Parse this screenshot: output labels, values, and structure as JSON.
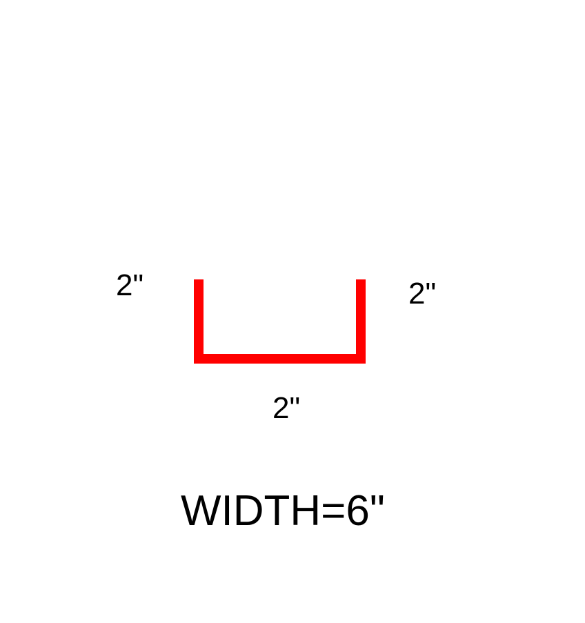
{
  "diagram": {
    "shape_color": "#ff0000",
    "text_color": "#000000",
    "dimensions": {
      "left_side": "2\"",
      "right_side": "2\"",
      "bottom": "2\""
    },
    "caption": "WIDTH=6\""
  }
}
